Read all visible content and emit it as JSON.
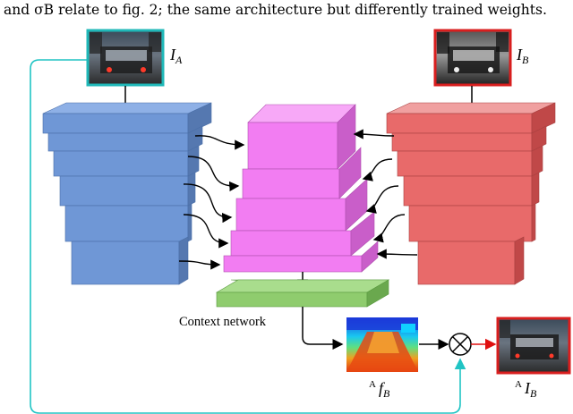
{
  "caption": "and σB relate to fig. 2; the same architecture but differently trained weights.",
  "labels": {
    "input_a": "I",
    "input_a_sub": "A",
    "input_b": "I",
    "input_b_sub": "B",
    "context": "Context network",
    "flow_pre": "A",
    "flow_main": "f",
    "flow_sub": "B",
    "warped_pre": "A",
    "warped_main": "I",
    "warped_sub": "B"
  },
  "colors": {
    "encoder_a": "#6f97d6",
    "encoder_b": "#e86a6a",
    "decoder": "#f27df2",
    "context": "#8fcc6e",
    "skip_arrow_a": "#20c4c4",
    "warp_arrow_b": "#e01010",
    "frame_a_border": "#1fb8b8",
    "frame_b_border": "#d81e1e"
  },
  "icons": {
    "multiply": "circled-times-icon"
  }
}
